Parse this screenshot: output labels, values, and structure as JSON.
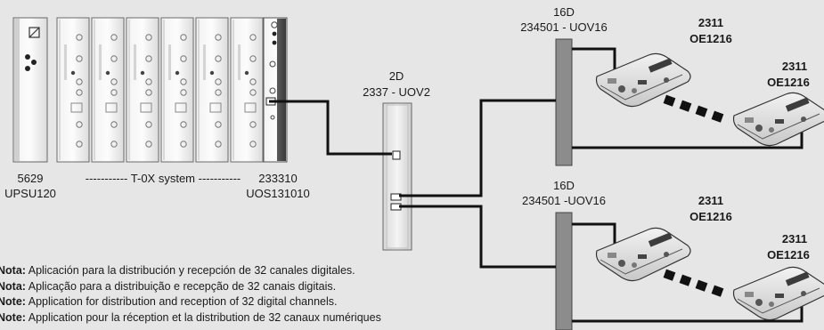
{
  "headend": {
    "psu": {
      "ref": "5629",
      "model": "UPSU120"
    },
    "system_label": "----------- T-0X system -----------",
    "output_unit": {
      "ref": "233310",
      "model": "UOS131010"
    }
  },
  "splitter2": {
    "code": "2D",
    "model": "2337 - UOV2"
  },
  "splitter16_top": {
    "code": "16D",
    "model": "234501 - UOV16"
  },
  "splitter16_bottom": {
    "code": "16D",
    "model": "234501 -UOV16"
  },
  "receivers": {
    "top_a": {
      "ref": "2311",
      "model": "OE1216"
    },
    "top_b": {
      "ref": "2311",
      "model": "OE1216"
    },
    "bottom_a": {
      "ref": "2311",
      "model": "OE1216"
    },
    "bottom_b": {
      "ref": "2311",
      "model": "OE1216"
    }
  },
  "notes": [
    {
      "label": "Nota:",
      "text": " Aplicación para la distribución y recepción de 32 canales digitales."
    },
    {
      "label": "Nota:",
      "text": " Aplicação para a distribuição e recepção de 32 canais digitais."
    },
    {
      "label": "Note:",
      "text": " Application for distribution and reception of 32 digital channels."
    },
    {
      "label": "Note:",
      "text": " Application pour la réception et la distribution de 32 canaux numériques"
    }
  ]
}
